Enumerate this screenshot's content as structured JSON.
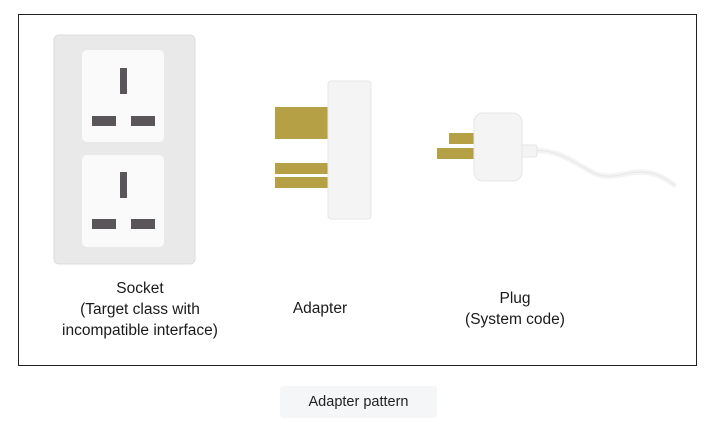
{
  "diagram": {
    "socket": {
      "label_line1": "Socket",
      "label_line2": "(Target class with",
      "label_line3": "incompatible interface)"
    },
    "adapter": {
      "label": "Adapter"
    },
    "plug": {
      "label_line1": "Plug",
      "label_line2": "(System code)"
    }
  },
  "caption": "Adapter pattern",
  "colors": {
    "border": "#222222",
    "socket_plate": "#e9e9ea",
    "socket_face": "#fafafa",
    "slot": "#5a5558",
    "prong": "#b5a046",
    "body_white": "#f4f4f5"
  }
}
